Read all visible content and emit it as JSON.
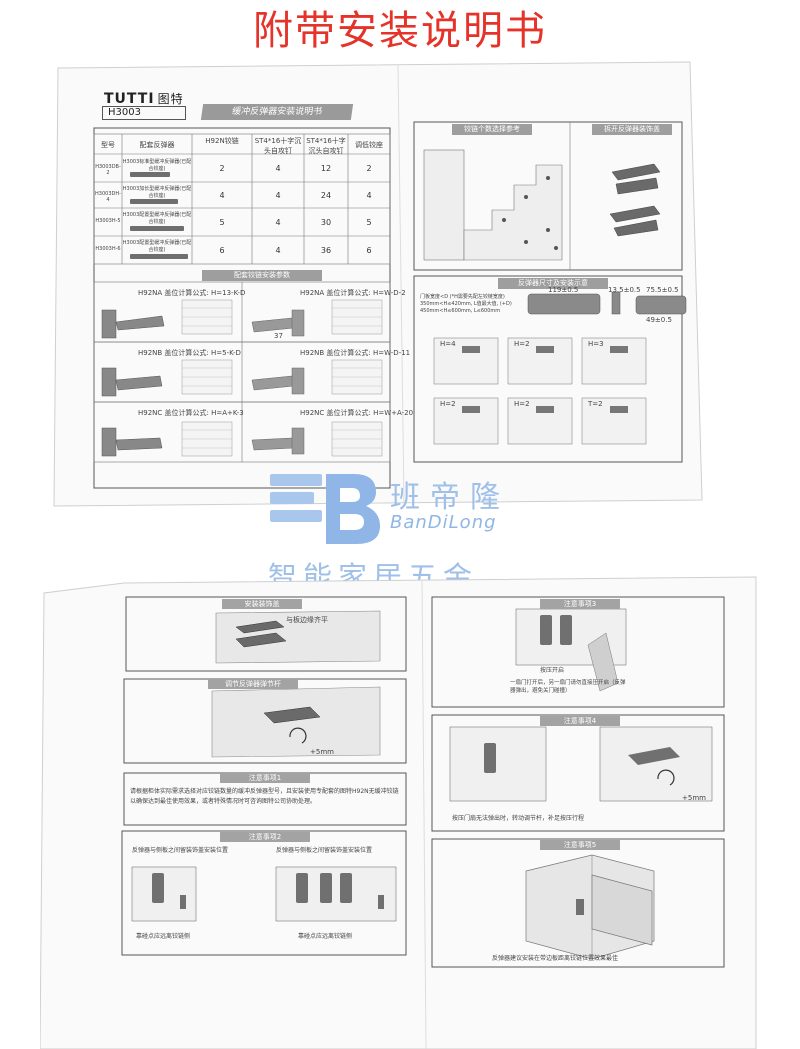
{
  "header": {
    "title": "附带安装说明书"
  },
  "sheet1": {
    "brand": "TUTTI",
    "brand_cn": "图特",
    "model": "H3003",
    "title": "缓冲反弹器安装说明书",
    "table": {
      "head_model": "型号",
      "head_product": "配套反弹器",
      "head_hinge": "H92N铰链",
      "head_hinge_sub": "H92N铰链",
      "head_screw": "ST4*16十字沉头自攻钉",
      "head_screw2": "ST4*16十字沉头自攻钉",
      "head_seat": "调低铰座",
      "rows": [
        {
          "model": "H3003DB-2",
          "product": "H3003标准型缓冲反弹器(已配合铰座)",
          "hinge": "2",
          "screw": "4",
          "screw2": "12",
          "seat": "2"
        },
        {
          "model": "H3003DH-4",
          "product": "H3003加长型缓冲反弹器(已配合铰座)",
          "hinge": "4",
          "screw": "4",
          "screw2": "24",
          "seat": "4"
        },
        {
          "model": "H3003H-5",
          "product": "H3003配置型缓冲反弹器(已配合铰座)",
          "hinge": "5",
          "screw": "4",
          "screw2": "30",
          "seat": "5"
        },
        {
          "model": "H3003H-6",
          "product": "H3003配置型缓冲反弹器(已配合铰座)",
          "hinge": "6",
          "screw": "4",
          "screw2": "36",
          "seat": "6"
        }
      ]
    },
    "band_hinge": "配套铰链安装参数",
    "formulas": [
      "H92NA 盖位计算公式: H=13-K-D",
      "H92NB 盖位计算公式: H=5-K-D",
      "H92NC 盖位计算公式: H=A+K-3"
    ],
    "formulas_r": [
      "H92NA 盖位计算公式: H=W-D-2",
      "H92NB 盖位计算公式: H=W-D-11",
      "H92NC 盖位计算公式: H=W+A-20"
    ],
    "dim_37": "37",
    "band_hole": "铰链个数选择参考",
    "band_install": "拆开反弹器装饰盖",
    "band_size": "反弹器尺寸及安装示意",
    "size_note": "门板宽度<D (*H需要先配左铰链宽度) 350mm<H≤420mm, L值最大值, (+D) 450mm<H≤600mm, L≤600mm",
    "dims": {
      "d1": "119±0.5",
      "d2": "13.5±0.5",
      "d3": "75.5±0.5",
      "d4": "49±0.5"
    },
    "cab_labels": [
      "H=4",
      "H=2",
      "H=3",
      "H=2",
      "H=2",
      "T=2"
    ]
  },
  "watermark": {
    "cn": "班帝隆",
    "en": "BanDiLong",
    "sub": "智能家居五金"
  },
  "sheet2": {
    "sec_install_cover": "安装装饰盖",
    "install_note": "与板边缘齐平",
    "sec_adjust": "调节反弹器弹节杆",
    "adjust_value": "+5mm",
    "sec_note1": "注意事项1",
    "note1_text": "请根据柜体实际需求选择对应铰链数量的缓冲反弹器型号，且安装使用专配套的图特H92N无缓冲铰链以确保达到最佳使用效果，或者特殊情况时可咨询图特公司协助处理。",
    "sec_note2": "注意事项2",
    "note2_a": "反弹器与侧板之间留装饰盖安装位置",
    "note2_b": "反弹器与侧板之间留装饰盖安装位置",
    "note2_c": "靠碰点应远离铰链侧",
    "note2_d": "靠碰点应远离铰链侧",
    "sec_note3": "注意事项3",
    "note3_a": "按压开启",
    "note3_b": "一扇门打开后，另一扇门请勿直接压开启（反弹器弹出，避免关门碰撞）",
    "sec_note4": "注意事项4",
    "note4_a": "按压门扇无法弹出时，转动调节杆，补足按压行程",
    "note4_b": "+5mm",
    "sec_note5": "注意事项5",
    "note5_a": "反弹器建议安装在带边板距离铰链位置效果最佳"
  }
}
